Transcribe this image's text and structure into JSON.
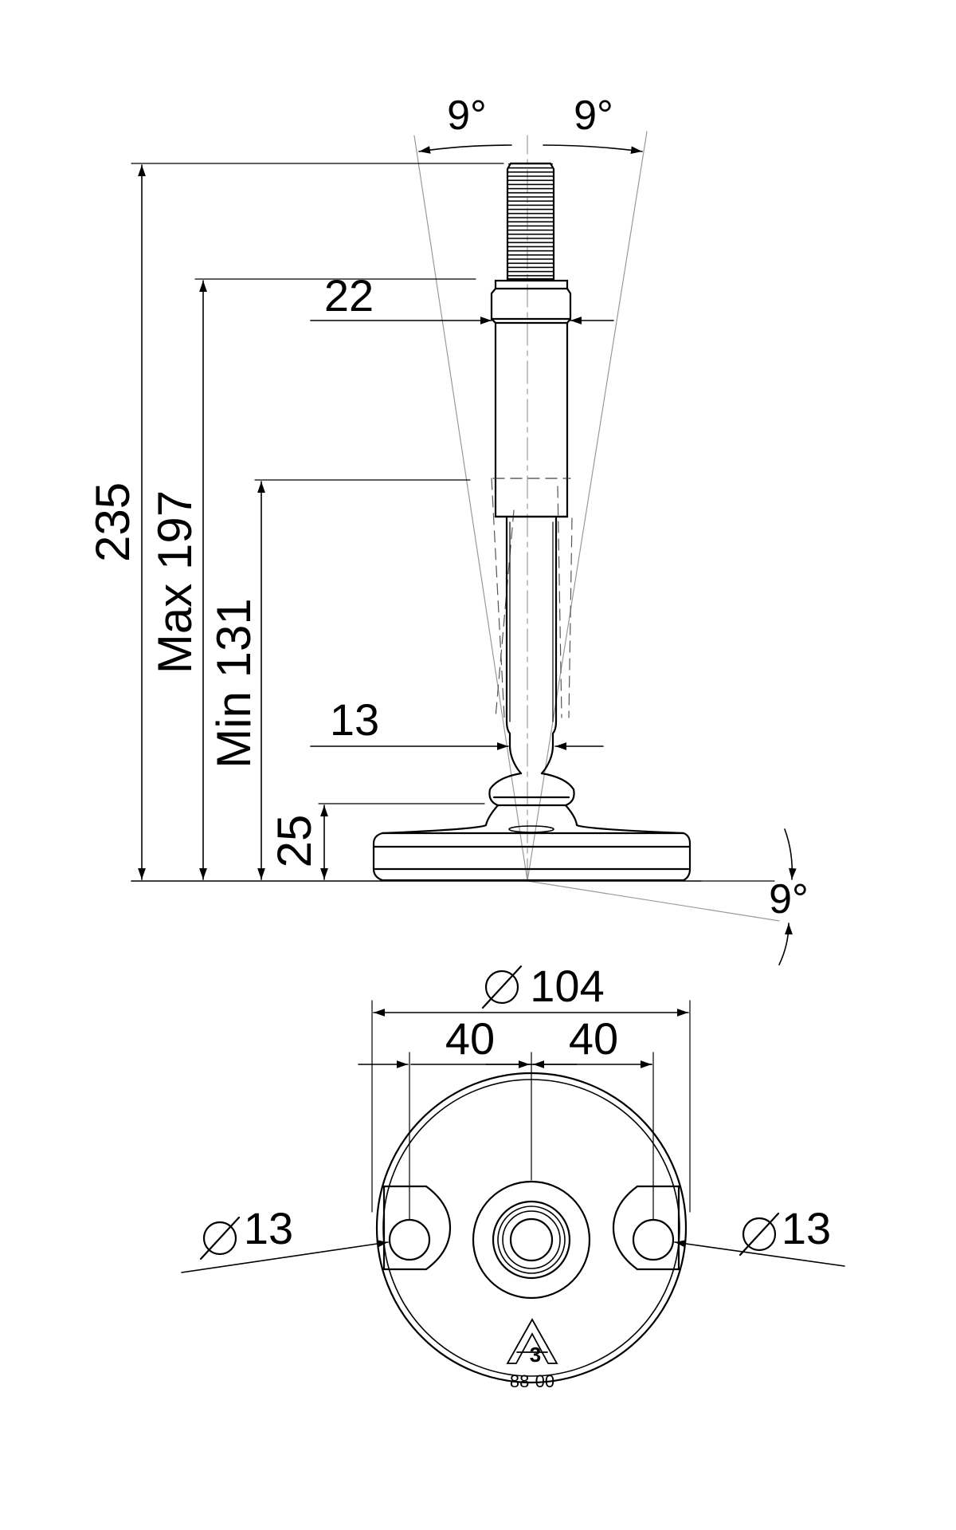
{
  "side_view": {
    "tilt_left": "9°",
    "tilt_right": "9°",
    "overall_height": "235",
    "max_height": "Max 197",
    "min_height": "Min 131",
    "base_height": "25",
    "collar_width": "22",
    "neck_width": "13",
    "base_tilt": "9°"
  },
  "top_view": {
    "base_diameter": "104",
    "hole_spacing_left": "40",
    "hole_spacing_right": "40",
    "hole_diameter_left": "13",
    "hole_diameter_right": "13",
    "logo_letter": "A",
    "logo_number": "3",
    "part_code": "88-00"
  }
}
